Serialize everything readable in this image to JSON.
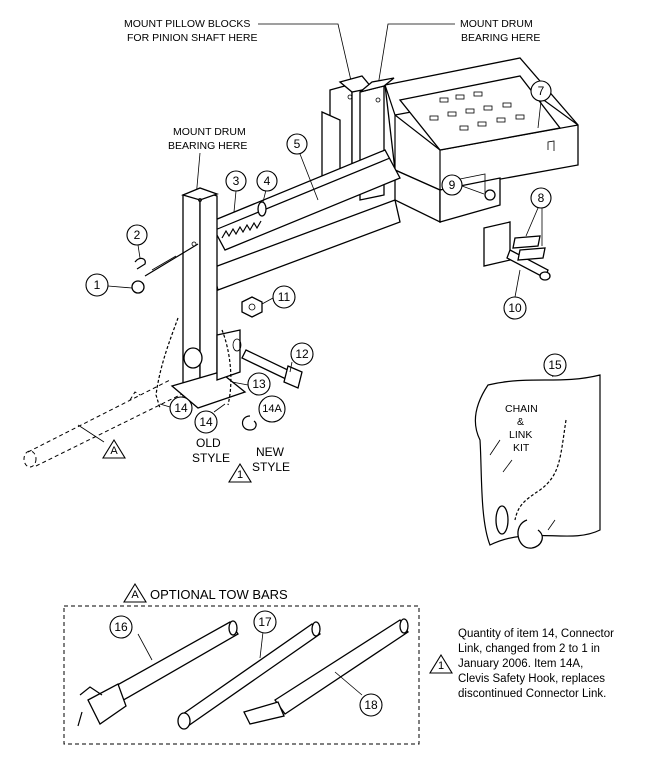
{
  "callouts": {
    "mount_pillow_blocks": [
      "MOUNT PILLOW BLOCKS",
      "FOR PINION SHAFT HERE"
    ],
    "mount_drum_top": [
      "MOUNT DRUM",
      "BEARING HERE"
    ],
    "mount_drum_left": [
      "MOUNT DRUM",
      "BEARING HERE"
    ]
  },
  "item_numbers": {
    "n1": "1",
    "n2": "2",
    "n3": "3",
    "n4": "4",
    "n5": "5",
    "n7": "7",
    "n8": "8",
    "n9": "9",
    "n10": "10",
    "n11": "11",
    "n12": "12",
    "n13": "13",
    "n14a": "14",
    "n14b": "14",
    "n14A": "14A",
    "n15": "15",
    "n16": "16",
    "n17": "17",
    "n18": "18"
  },
  "style_labels": {
    "old": [
      "OLD",
      "STYLE"
    ],
    "new": [
      "NEW",
      "STYLE"
    ]
  },
  "flags": {
    "A": "A",
    "one": "1"
  },
  "kit_label": [
    "CHAIN",
    "&",
    "LINK",
    "KIT"
  ],
  "tow_bars_title": "OPTIONAL TOW BARS",
  "note_lines": [
    "Quantity of item 14, Connector",
    "Link, changed from 2 to 1 in",
    "January 2006. Item 14A,",
    "Clevis Safety Hook, replaces",
    "discontinued Connector Link."
  ]
}
